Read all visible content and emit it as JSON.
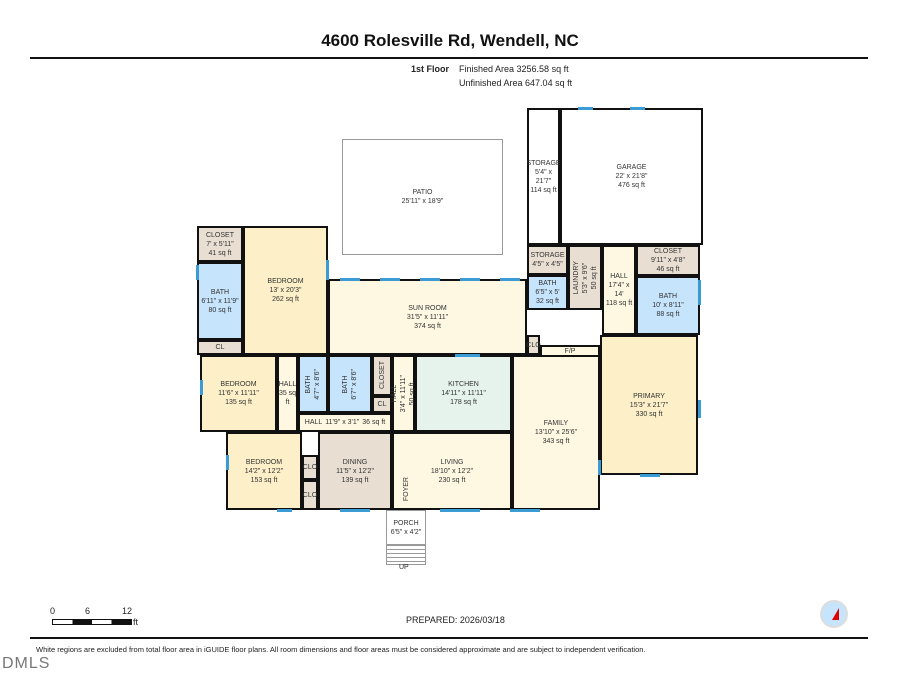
{
  "header": {
    "title": "4600 Rolesville Rd, Wendell, NC",
    "floor": "1st Floor",
    "finished_area": "Finished Area 3256.58 sq ft",
    "unfinished_area": "Unfinished Area 647.04 sq ft"
  },
  "rooms": [
    {
      "name": "CLOSET",
      "dims": "7' x 5'11\"",
      "area": "41 sq ft"
    },
    {
      "name": "BATH",
      "dims": "6'11\" x 11'9\"",
      "area": "80 sq ft"
    },
    {
      "name": "CL",
      "dims": "",
      "area": ""
    },
    {
      "name": "BEDROOM",
      "dims": "13' x 20'3\"",
      "area": "262 sq ft"
    },
    {
      "name": "SUN ROOM",
      "dims": "31'5\" x 11'11\"",
      "area": "374 sq ft"
    },
    {
      "name": "PATIO",
      "dims": "25'11\" x 18'9\"",
      "area": ""
    },
    {
      "name": "STORAGE",
      "dims": "5'4\" x 21'7\"",
      "area": "114 sq ft"
    },
    {
      "name": "GARAGE",
      "dims": "22' x 21'8\"",
      "area": "476 sq ft"
    },
    {
      "name": "STORAGE",
      "dims": "4'5\" x 4'5\"",
      "area": ""
    },
    {
      "name": "BATH",
      "dims": "6'5\" x 5'",
      "area": "32 sq ft"
    },
    {
      "name": "LAUNDRY",
      "dims": "5'3\" x 9'6\"",
      "area": "50 sq ft"
    },
    {
      "name": "HALL",
      "dims": "17'4\" x 14'",
      "area": "118 sq ft"
    },
    {
      "name": "CLOSET",
      "dims": "9'11\" x 4'8\"",
      "area": "46 sq ft"
    },
    {
      "name": "BATH",
      "dims": "10' x 8'11\"",
      "area": "88 sq ft"
    },
    {
      "name": "CLO",
      "dims": "",
      "area": ""
    },
    {
      "name": "F/P",
      "dims": "",
      "area": ""
    },
    {
      "name": "PRIMARY",
      "dims": "15'3\" x 21'7\"",
      "area": "330 sq ft"
    },
    {
      "name": "BEDROOM",
      "dims": "11'6\" x 11'11\"",
      "area": "135 sq ft"
    },
    {
      "name": "HALL",
      "dims": "",
      "area": "35 sq ft"
    },
    {
      "name": "BATH",
      "dims": "4'7\" x 8'6\"",
      "area": ""
    },
    {
      "name": "BATH",
      "dims": "6'7\" x 8'6\"",
      "area": ""
    },
    {
      "name": "CLOSET",
      "dims": "",
      "area": ""
    },
    {
      "name": "CL",
      "dims": "",
      "area": ""
    },
    {
      "name": "HALL",
      "dims": "11'9\" x 3'1\"",
      "area": "36 sq ft"
    },
    {
      "name": "HALL",
      "dims": "3'4\" x 11'11\"",
      "area": "50 sq ft"
    },
    {
      "name": "KITCHEN",
      "dims": "14'11\" x 11'11\"",
      "area": "178 sq ft"
    },
    {
      "name": "FAMILY",
      "dims": "13'10\" x 25'6\"",
      "area": "343 sq ft"
    },
    {
      "name": "LIVING",
      "dims": "18'10\" x 12'2\"",
      "area": "230 sq ft"
    },
    {
      "name": "BEDROOM",
      "dims": "14'2\" x 12'2\"",
      "area": "153 sq ft"
    },
    {
      "name": "CLO",
      "dims": "",
      "area": ""
    },
    {
      "name": "CLO",
      "dims": "",
      "area": ""
    },
    {
      "name": "DINING",
      "dims": "11'5\" x 12'2\"",
      "area": "139 sq ft"
    },
    {
      "name": "FOYER",
      "dims": "",
      "area": ""
    },
    {
      "name": "PORCH",
      "dims": "6'5\" x 4'2\"",
      "area": ""
    }
  ],
  "stairs_label": "UP",
  "scale": {
    "ticks": [
      "0",
      "6",
      "12"
    ],
    "unit": "ft"
  },
  "prepared": "PREPARED: 2026/03/18",
  "disclaimer": "White regions are excluded from total floor area in iGUIDE floor plans. All room dimensions and floor areas must be considered approximate and are subject to independent verification.",
  "logo": "DMLS",
  "colors": {
    "bedroom": "#fdf0c8",
    "bath": "#c6e4fb",
    "kitchen": "#e6f3ec",
    "closet": "#e8dfd2",
    "living": "#fef8e2",
    "window": "#3a9bd5",
    "compass": "#c6e4fb",
    "north": "#e00000"
  }
}
